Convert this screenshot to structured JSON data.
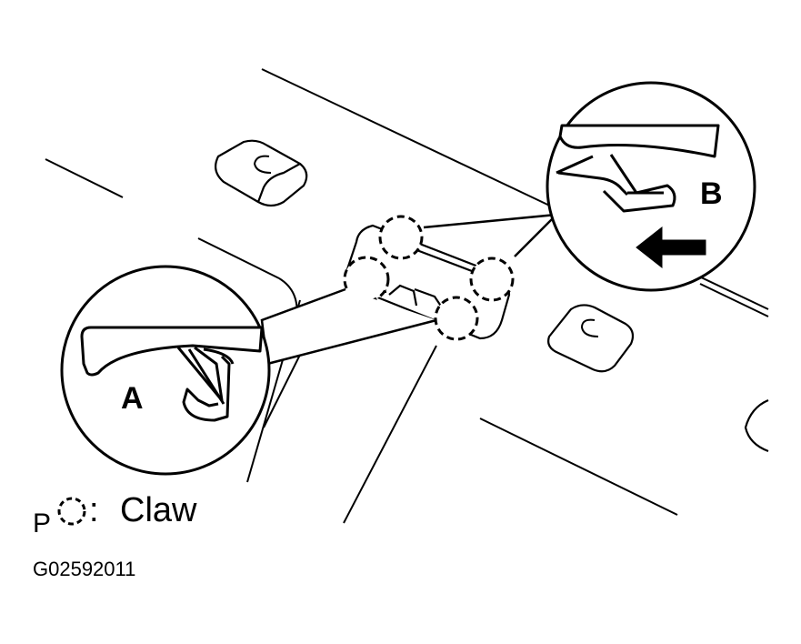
{
  "diagram": {
    "callout_a": "A",
    "callout_b": "B",
    "legend": {
      "prefix": "P",
      "symbol_icon": "dashed-circle-icon",
      "text": "Claw"
    },
    "figure_code": "G02592011",
    "colors": {
      "ink": "#000000",
      "paper": "#ffffff"
    }
  }
}
